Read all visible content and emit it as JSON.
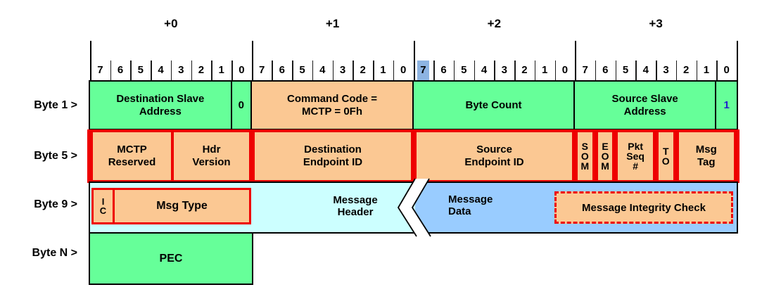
{
  "bit_grid": {
    "byte_offsets": [
      "+0",
      "+1",
      "+2",
      "+3"
    ],
    "bit_labels": [
      "7",
      "6",
      "5",
      "4",
      "3",
      "2",
      "1",
      "0"
    ],
    "highlight": {
      "byte_index": 2,
      "bit_label": "7"
    }
  },
  "row_labels": {
    "r1": "Byte 1 >",
    "r2": "Byte 5 >",
    "r3": "Byte 9 >",
    "r4": "Byte N >"
  },
  "row1": {
    "dest_slave_addr": {
      "l1": "Destination Slave",
      "l2": "Address"
    },
    "rw_bit": "0",
    "command_code": {
      "l1": "Command Code =",
      "l2": "MCTP = 0Fh"
    },
    "byte_count": "Byte Count",
    "src_slave_addr": {
      "l1": "Source Slave",
      "l2": "Address"
    },
    "addr_bit": "1"
  },
  "row2": {
    "mctp_reserved": {
      "l1": "MCTP",
      "l2": "Reserved"
    },
    "hdr_version": {
      "l1": "Hdr",
      "l2": "Version"
    },
    "dest_endpoint": {
      "l1": "Destination",
      "l2": "Endpoint ID"
    },
    "src_endpoint": {
      "l1": "Source",
      "l2": "Endpoint ID"
    },
    "som": {
      "l1": "S",
      "l2": "O",
      "l3": "M"
    },
    "eom": {
      "l1": "E",
      "l2": "O",
      "l3": "M"
    },
    "pkt_seq": {
      "l1": "Pkt",
      "l2": "Seq",
      "l3": "#"
    },
    "to": {
      "l1": "T",
      "l2": "O"
    },
    "msg_tag": {
      "l1": "Msg",
      "l2": "Tag"
    }
  },
  "row3": {
    "ic": {
      "l1": "I",
      "l2": "C"
    },
    "msg_type": "Msg Type",
    "message_header": {
      "l1": "Message",
      "l2": "Header"
    },
    "message_data": {
      "l1": "Message",
      "l2": "Data"
    },
    "mic": "Message Integrity Check"
  },
  "row4": {
    "pec": "PEC"
  },
  "colors": {
    "field_green": "#66FF99",
    "field_orange": "#FBC893",
    "message_header_cyan": "#CCFFFF",
    "message_data_blue": "#99CCFF",
    "emphasis_red": "#EE0000",
    "bit_highlight_blue": "#8DB4E2",
    "bit_value_blue": "#2222CC"
  }
}
